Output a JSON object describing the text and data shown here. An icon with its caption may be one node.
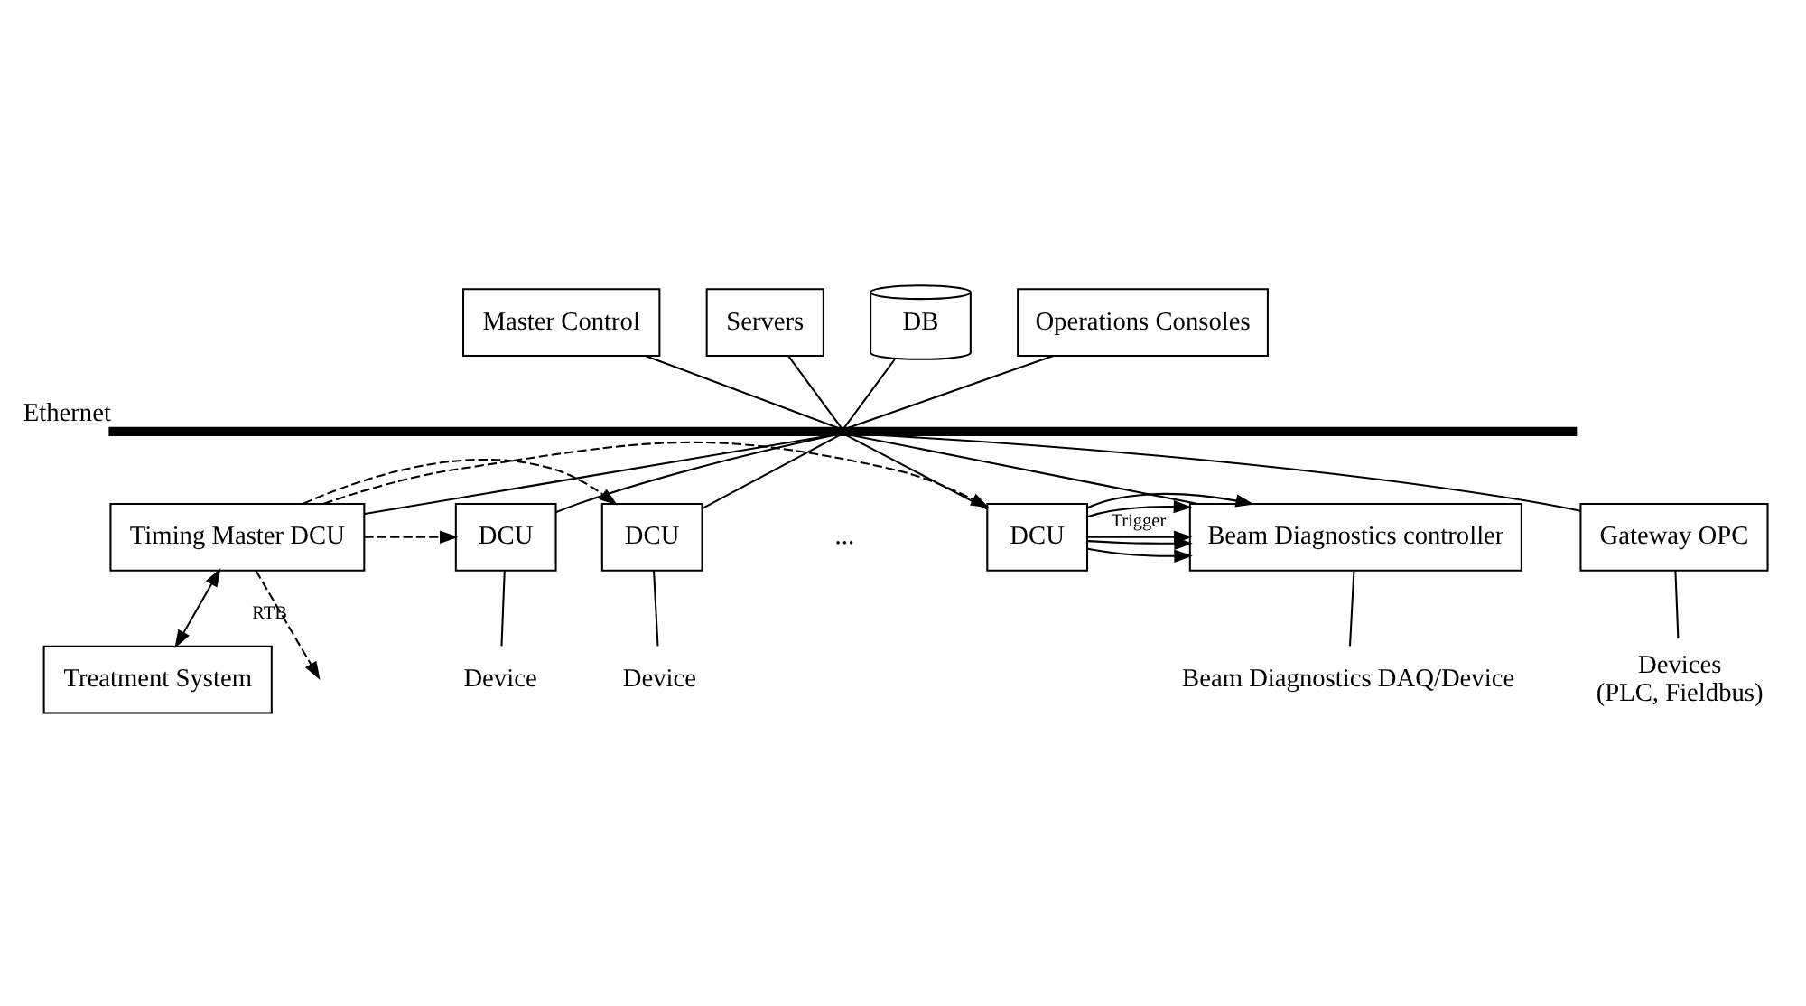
{
  "diagram": {
    "nodes": [
      {
        "text": [
          "Master Control"
        ]
      },
      {
        "text": [
          "Servers"
        ]
      },
      {
        "text": [
          "DB"
        ]
      },
      {
        "text": [
          "Operations Consoles"
        ]
      },
      {
        "text": [],
        "shape": "bar",
        "beside": [
          "Ethernet"
        ]
      },
      {
        "text": [
          "Timing Master DCU"
        ]
      },
      {
        "text": [
          "DCU"
        ]
      },
      {
        "text": [
          "DCU"
        ]
      },
      {
        "text": [
          "DCU"
        ]
      },
      {
        "text": [
          "Beam Diagnostics controller"
        ]
      },
      {
        "text": [
          "Gateway OPC"
        ]
      },
      {
        "text": [
          "Device"
        ]
      },
      {
        "text": [
          "Device"
        ]
      },
      {
        "text": [
          "Beam Diagnostics DAQ/Device"
        ]
      },
      {
        "text": [
          "Devices",
          "(PLC, Fieldbus)"
        ]
      },
      {
        "text": [
          "Treatment System"
        ]
      }
    ],
    "edges": [
      {
        "from": 0,
        "to": 4,
        "arrow": "none"
      },
      {
        "from": 1,
        "to": 4,
        "arrow": "none"
      },
      {
        "from": 2,
        "to": 4,
        "arrow": "none"
      },
      {
        "from": 3,
        "to": 4,
        "arrow": "none"
      },
      {
        "from": 4,
        "to": 5,
        "arrow": "none"
      },
      {
        "from": 4,
        "to": 6,
        "arrow": "none"
      },
      {
        "from": 4,
        "to": 7,
        "arrow": "none"
      },
      {
        "from": 4,
        "to": 8,
        "arrow": "none"
      },
      {
        "from": 4,
        "to": 9,
        "arrow": "none"
      },
      {
        "from": 4,
        "to": 10,
        "arrow": "none"
      },
      {
        "from": 5,
        "to": null,
        "arrow": "to",
        "style": "dashed",
        "label": "RTB"
      },
      {
        "from": 5,
        "to": 6,
        "arrow": "to",
        "style": "dashed"
      },
      {
        "from": 5,
        "to": 7,
        "arrow": "to",
        "style": "dashed"
      },
      {
        "from": 5,
        "to": 8,
        "arrow": "to",
        "style": "dashed"
      },
      {
        "from": 8,
        "to": 9,
        "arrow": "to"
      },
      {
        "from": 8,
        "to": 9,
        "arrow": "to"
      },
      {
        "from": 8,
        "to": 9,
        "arrow": "to"
      },
      {
        "from": 8,
        "to": 9,
        "arrow": "to"
      },
      {
        "from": 8,
        "to": 9,
        "arrow": "to",
        "label": "Trigger"
      },
      {
        "from": 6,
        "to": 11,
        "arrow": "none"
      },
      {
        "from": 7,
        "to": 12,
        "arrow": "none"
      },
      {
        "from": 9,
        "to": 13,
        "arrow": "none"
      },
      {
        "from": 10,
        "to": 14,
        "arrow": "none"
      },
      {
        "from": 5,
        "to": 15,
        "arrow": "both"
      }
    ],
    "labels": [
      "..."
    ]
  }
}
